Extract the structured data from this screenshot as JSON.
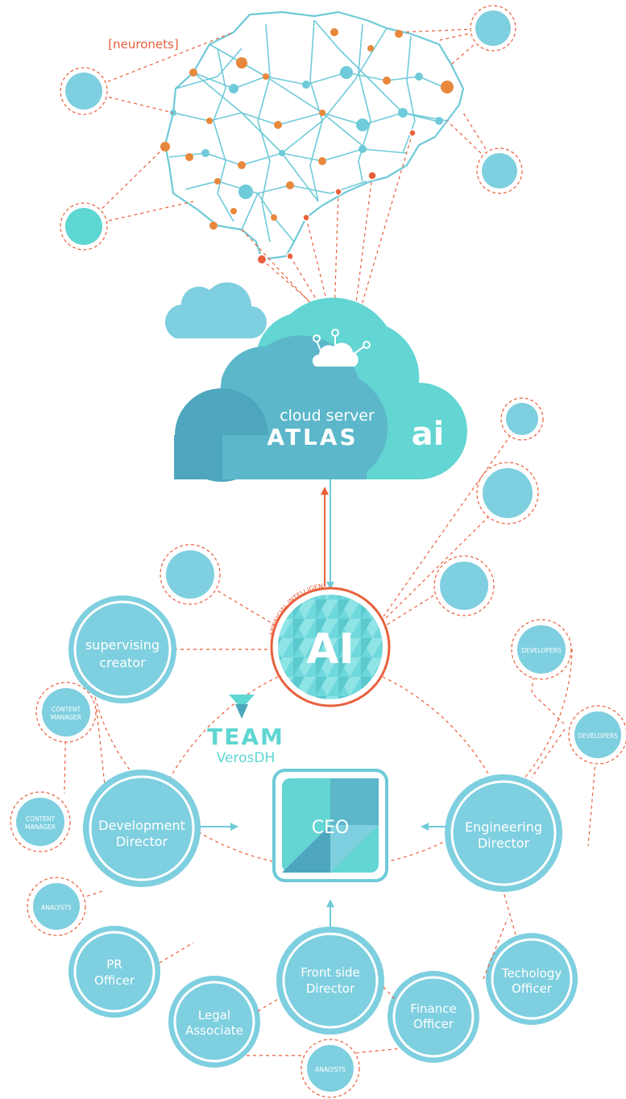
{
  "brain": {
    "label": "[neuronets]"
  },
  "server": {
    "line1": "cloud server",
    "line2": "ATLAS",
    "badge": "ai"
  },
  "ai_hub": {
    "arc_text": "ARTIFICIAL INTELLIGENCE",
    "label": "AI"
  },
  "team": {
    "title": "TEAM",
    "subtitle": "VerosDH"
  },
  "ceo": {
    "label": "CEO"
  },
  "nodes": {
    "supervising_creator": [
      "supervising",
      "creator"
    ],
    "development_director": [
      "Development",
      "Director"
    ],
    "engineering_director": [
      "Engineering",
      "Director"
    ],
    "pr_officer": [
      "PR",
      "Officer"
    ],
    "front_side_director": [
      "Front side",
      "Director"
    ],
    "legal_associate": [
      "Legal",
      "Associate"
    ],
    "finance_officer": [
      "Finance",
      "Officer"
    ],
    "technology_officer": [
      "Techology",
      "Officer"
    ]
  },
  "small_nodes": {
    "content_manager_1": [
      "CONTENT",
      "MANAGER"
    ],
    "content_manager_2": [
      "CONTENT",
      "MANAGER"
    ],
    "analysts_left": "ANALYSTS",
    "analysts_bottom": "ANALYSTS",
    "developers_1": "DEVELOPERS",
    "developers_2": "DEVELOPERS"
  },
  "colors": {
    "primary": "#7ecfdf",
    "teal": "#5ed6d2",
    "accent": "#e8603c",
    "cloud_dark": "#4da6bd",
    "cloud_mid": "#5bb7c9",
    "cloud_light": "#63d5d3"
  }
}
